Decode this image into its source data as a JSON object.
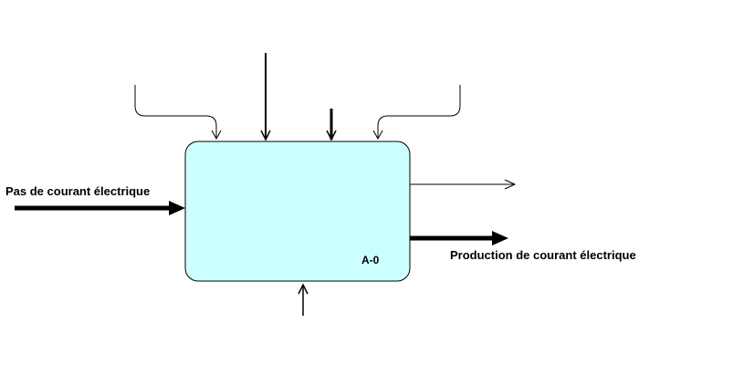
{
  "diagram": {
    "type": "idef0",
    "node": {
      "code": "A-0",
      "fill": "#ccffff",
      "stroke": "#000000"
    },
    "input": {
      "label": "Pas de courant électrique"
    },
    "output": {
      "label": "Production de courant électrique"
    },
    "colors": {
      "line": "#000000",
      "background": "#ffffff"
    }
  }
}
